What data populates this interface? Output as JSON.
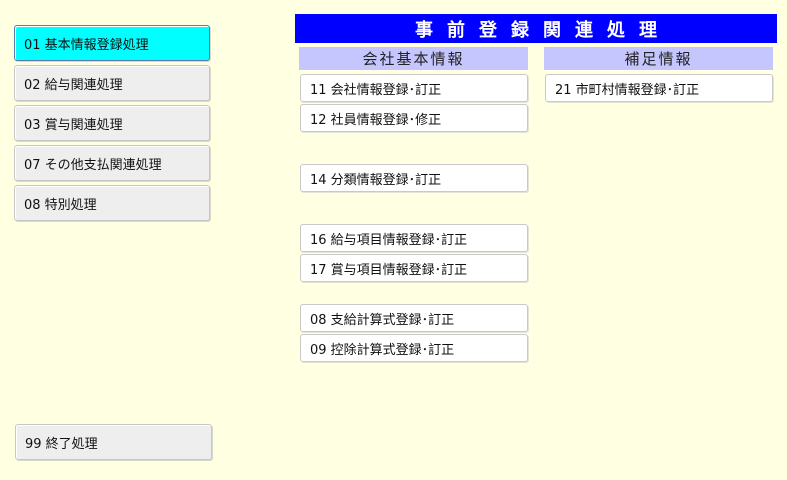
{
  "main_menu": [
    {
      "label": "01 基本情報登録処理",
      "active": true
    },
    {
      "label": "02 給与関連処理",
      "active": false
    },
    {
      "label": "03 賞与関連処理",
      "active": false
    },
    {
      "label": "07 その他支払関連処理",
      "active": false
    },
    {
      "label": "08 特別処理",
      "active": false
    }
  ],
  "exit_button": {
    "label": "99 終了処理"
  },
  "title": "事前登録関連処理",
  "sections": {
    "company": {
      "heading": "会社基本情報",
      "items": [
        "11 会社情報登録･訂正",
        "12 社員情報登録･修正",
        "14 分類情報登録･訂正",
        "16 給与項目情報登録･訂正",
        "17 賞与項目情報登録･訂正",
        "08 支給計算式登録･訂正",
        "09 控除計算式登録･訂正"
      ]
    },
    "supplement": {
      "heading": "補足情報",
      "items": [
        "21 市町村情報登録･訂正"
      ]
    }
  },
  "colors": {
    "background": "#ffffe1",
    "title_bar": "#0000ff",
    "section_head": "#c6c6ff",
    "active_menu": "#00ffff"
  }
}
